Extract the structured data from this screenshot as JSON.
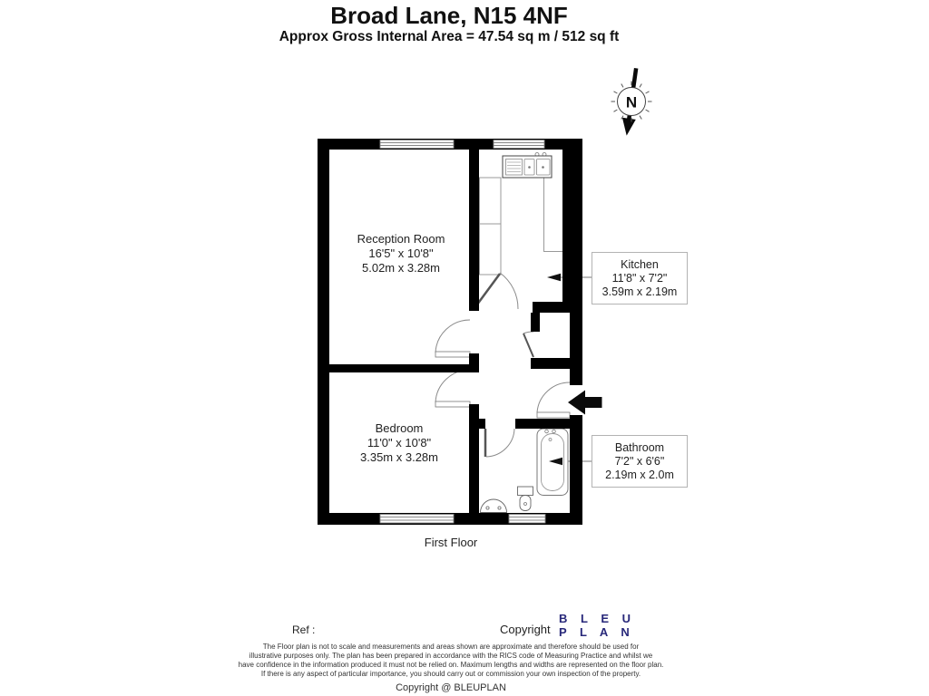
{
  "header": {
    "title": "Broad Lane, N15 4NF",
    "subtitle": "Approx Gross Internal Area = 47.54 sq m / 512 sq ft"
  },
  "compass": {
    "label": "N"
  },
  "rooms": {
    "reception": {
      "name": "Reception Room",
      "imperial": "16'5\" x 10'8\"",
      "metric": "5.02m x 3.28m"
    },
    "bedroom": {
      "name": "Bedroom",
      "imperial": "11'0\" x 10'8\"",
      "metric": "3.35m x 3.28m"
    },
    "kitchen": {
      "name": "Kitchen",
      "imperial": "11'8\" x 7'2\"",
      "metric": "3.59m x 2.19m"
    },
    "bathroom": {
      "name": "Bathroom",
      "imperial": "7'2\" x 6'6\"",
      "metric": "2.19m x 2.0m"
    }
  },
  "floor_label": "First Floor",
  "colors": {
    "wall": "#000000",
    "logo": "#28287a"
  },
  "footer": {
    "ref_label": "Ref  :",
    "copyright_label": "Copyright",
    "logo_line1": "B L E U",
    "logo_line2": "P L A N",
    "disclaimer_lines": [
      "The Floor plan is not to scale and measurements and areas shown are approximate and therefore should be used for",
      "illustrative purposes only. The plan has been prepared in accordance with the RICS code of Measuring Practice and whilst we",
      "have confidence in the information produced it must not be relied on. Maximum lengths and widths are represented on the floor plan.",
      "If there is any aspect of particular importance, you should carry out or commission your own inspection of the property."
    ],
    "copyright_line": "Copyright @ BLEUPLAN"
  }
}
